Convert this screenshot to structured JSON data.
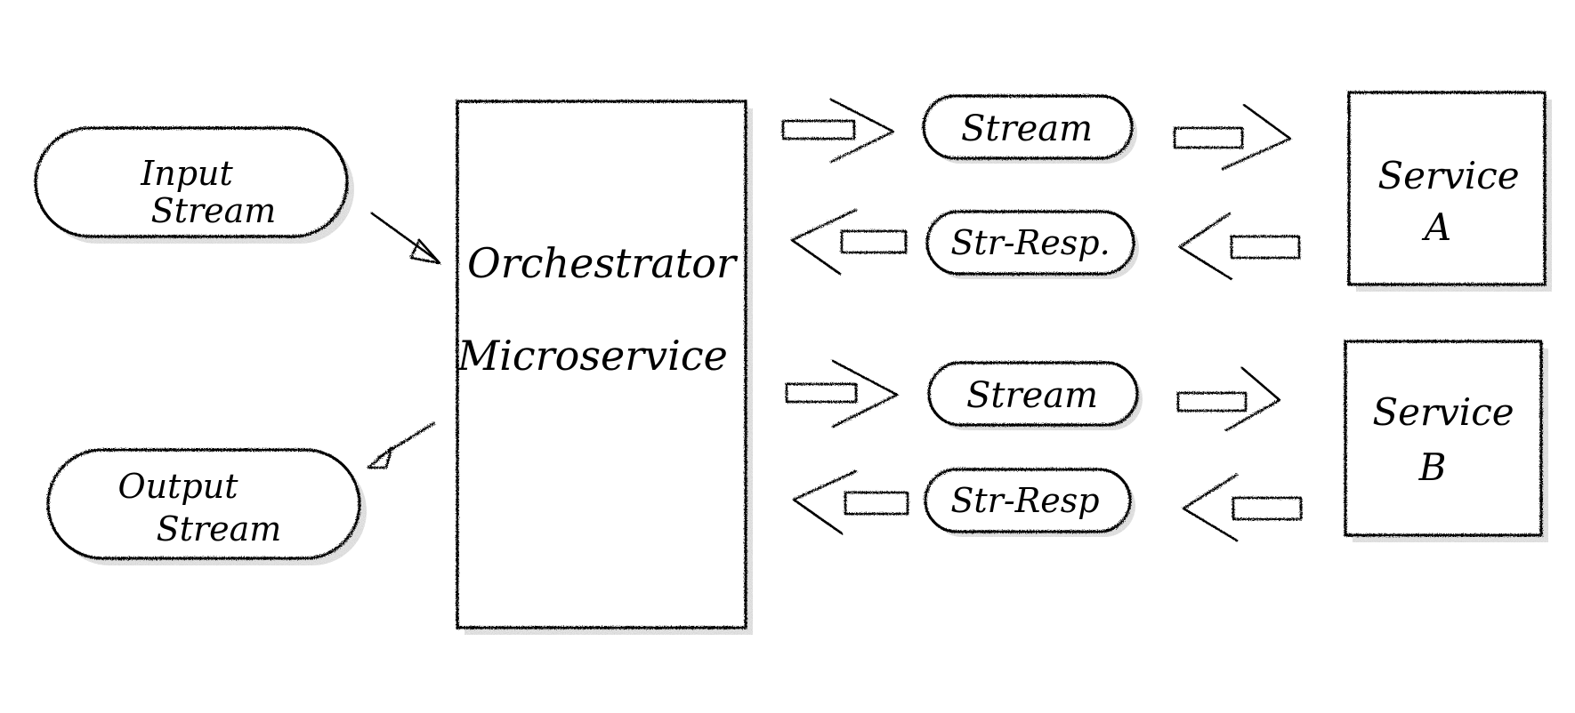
{
  "diagram": {
    "input_stream": [
      "Input",
      "Stream"
    ],
    "output_stream": [
      "Output",
      "Stream"
    ],
    "orchestrator": [
      "Orchestrator",
      "Microservice"
    ],
    "service_a": {
      "name": [
        "Service",
        "A"
      ],
      "request_label": "Stream",
      "response_label": "Str-Resp."
    },
    "service_b": {
      "name": [
        "Service",
        "B"
      ],
      "request_label": "Stream",
      "response_label": "Str-Resp"
    }
  },
  "colors": {
    "ink": "#000000",
    "shadow": "#8a8a8a",
    "background": "#ffffff"
  }
}
